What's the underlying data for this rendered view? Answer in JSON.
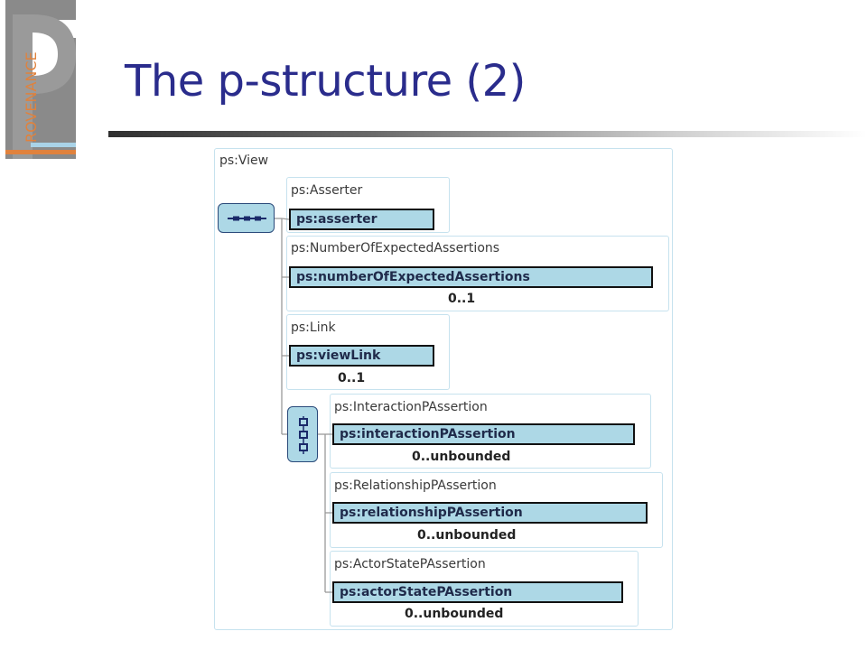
{
  "slide": {
    "title": "The p-structure (2)",
    "logo": {
      "letter": "P",
      "text": "ROVENANCE"
    }
  },
  "diagram": {
    "root": "ps:View",
    "sequence": {
      "asserter": {
        "type": "ps:Asserter",
        "element": "ps:asserter",
        "occurs": ""
      },
      "expected": {
        "type": "ps:NumberOfExpectedAssertions",
        "element": "ps:numberOfExpectedAssertions",
        "occurs": "0..1"
      },
      "link": {
        "type": "ps:Link",
        "element": "ps:viewLink",
        "occurs": "0..1"
      }
    },
    "choice": {
      "interaction": {
        "type": "ps:InteractionPAssertion",
        "element": "ps:interactionPAssertion",
        "occurs": "0..unbounded"
      },
      "relationship": {
        "type": "ps:RelationshipPAssertion",
        "element": "ps:relationshipPAssertion",
        "occurs": "0..unbounded"
      },
      "actorstate": {
        "type": "ps:ActorStatePAssertion",
        "element": "ps:actorStatePAssertion",
        "occurs": "0..unbounded"
      }
    }
  },
  "colors": {
    "title": "#2a2c8c",
    "element_fill": "#add8e6",
    "panel_border": "#c6e2ee",
    "logo_accent": "#e0823d"
  }
}
